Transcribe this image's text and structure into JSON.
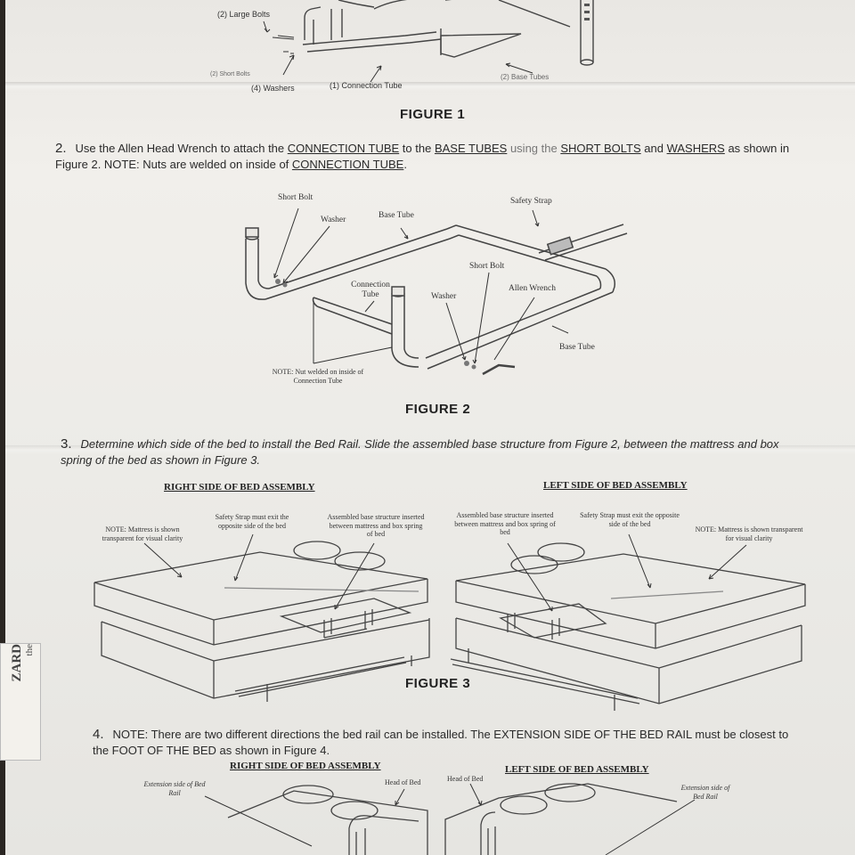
{
  "figure1": {
    "labels": {
      "large_bolts": "(2) Large Bolts",
      "short_bolts": "(2) Short Bolts",
      "washers": "(4) Washers",
      "connection_tube": "(1) Connection Tube",
      "base_tubes": "(2) Base Tubes"
    },
    "caption": "FIGURE 1"
  },
  "step2": {
    "number": "2.",
    "text_parts": [
      "Use the Allen Head Wrench to attach the ",
      "CONNECTION TUBE",
      " to the ",
      "BASE TUBES",
      " using the ",
      "SHORT BOLTS",
      " and ",
      "WASHERS",
      " as shown in Figure 2.  NOTE:  Nuts are welded on inside of ",
      "CONNECTION TUBE",
      "."
    ]
  },
  "figure2": {
    "labels": {
      "short_bolt_left": "Short Bolt",
      "washer_left": "Washer",
      "base_tube_top": "Base Tube",
      "safety_strap": "Safety Strap",
      "short_bolt_right": "Short Bolt",
      "connection_tube": "Connection Tube",
      "washer_right": "Washer",
      "allen_wrench": "Allen Wrench",
      "base_tube_bottom": "Base Tube",
      "note": "NOTE:  Nut welded on inside of Connection Tube"
    },
    "caption": "FIGURE 2"
  },
  "step3": {
    "number": "3.",
    "text": "Determine which side of the bed to install the Bed Rail.  Slide the assembled base structure from Figure 2, between the mattress and box spring of the bed as shown in Figure 3."
  },
  "figure3": {
    "right": {
      "heading": "RIGHT SIDE OF BED ASSEMBLY",
      "note": "NOTE:  Mattress is shown transparent for visual clarity",
      "strap": "Safety Strap must exit the opposite side of the bed",
      "assembled": "Assembled base structure inserted between mattress and box spring of bed"
    },
    "left": {
      "heading": "LEFT SIDE OF BED ASSEMBLY",
      "assembled": "Assembled base structure inserted between mattress and box spring of bed",
      "strap": "Safety Strap must exit the opposite side of the bed",
      "note": "NOTE:  Mattress is shown transparent for visual clarity"
    },
    "caption": "FIGURE 3"
  },
  "step4": {
    "number": "4.",
    "text": "NOTE:  There are two different directions the bed rail can be installed.  The EXTENSION SIDE OF THE BED RAIL must be closest to the FOOT OF THE BED as shown in Figure 4."
  },
  "figure4": {
    "right": {
      "heading": "RIGHT SIDE OF BED ASSEMBLY",
      "extension": "Extension side of Bed Rail",
      "head": "Head of Bed"
    },
    "left": {
      "heading": "LEFT SIDE OF BED ASSEMBLY",
      "head": "Head of Bed",
      "extension": "Extension side of Bed Rail"
    }
  },
  "tag": {
    "brand_fragment": "ZARD",
    "sub_fragment": "the"
  }
}
